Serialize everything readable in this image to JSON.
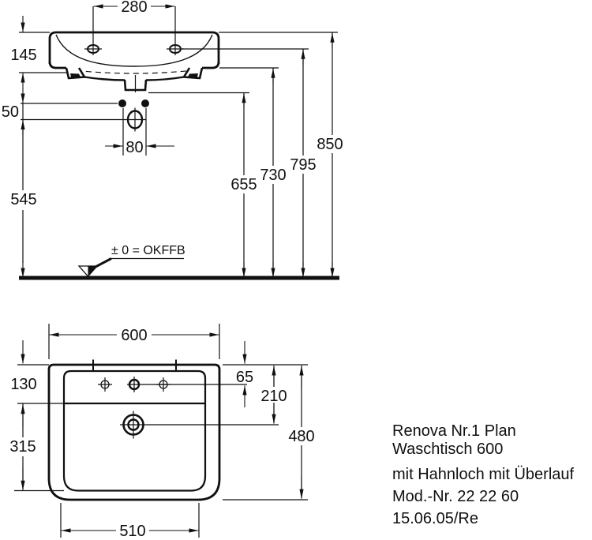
{
  "drawing": {
    "front_view": {
      "dim_tap_hole_spacing": "280",
      "dim_basin_height": "145",
      "dim_bolt_to_tap": "50",
      "dim_bolt_spacing": "80",
      "dim_tap_center_height": "545",
      "dim_drain_height": "655",
      "dim_basin_bottom_height": "730",
      "dim_tap_deck_height": "795",
      "dim_rim_height": "850",
      "level_label": "± 0 = OKFFB"
    },
    "plan_view": {
      "dim_width": "600",
      "dim_deck_depth": "130",
      "dim_hole_offset": "65",
      "dim_drain_offset": "210",
      "dim_bowl_depth": "315",
      "dim_total_depth": "480",
      "dim_bowl_width": "510"
    },
    "product_info": {
      "lines": [
        "Renova Nr.1 Plan",
        "Waschtisch 600",
        "mit Hahnloch mit Überlauf",
        "Mod.-Nr. 22 22 60",
        "15.06.05/Re"
      ]
    },
    "colors": {
      "line": "#101010",
      "background": "#ffffff"
    }
  }
}
